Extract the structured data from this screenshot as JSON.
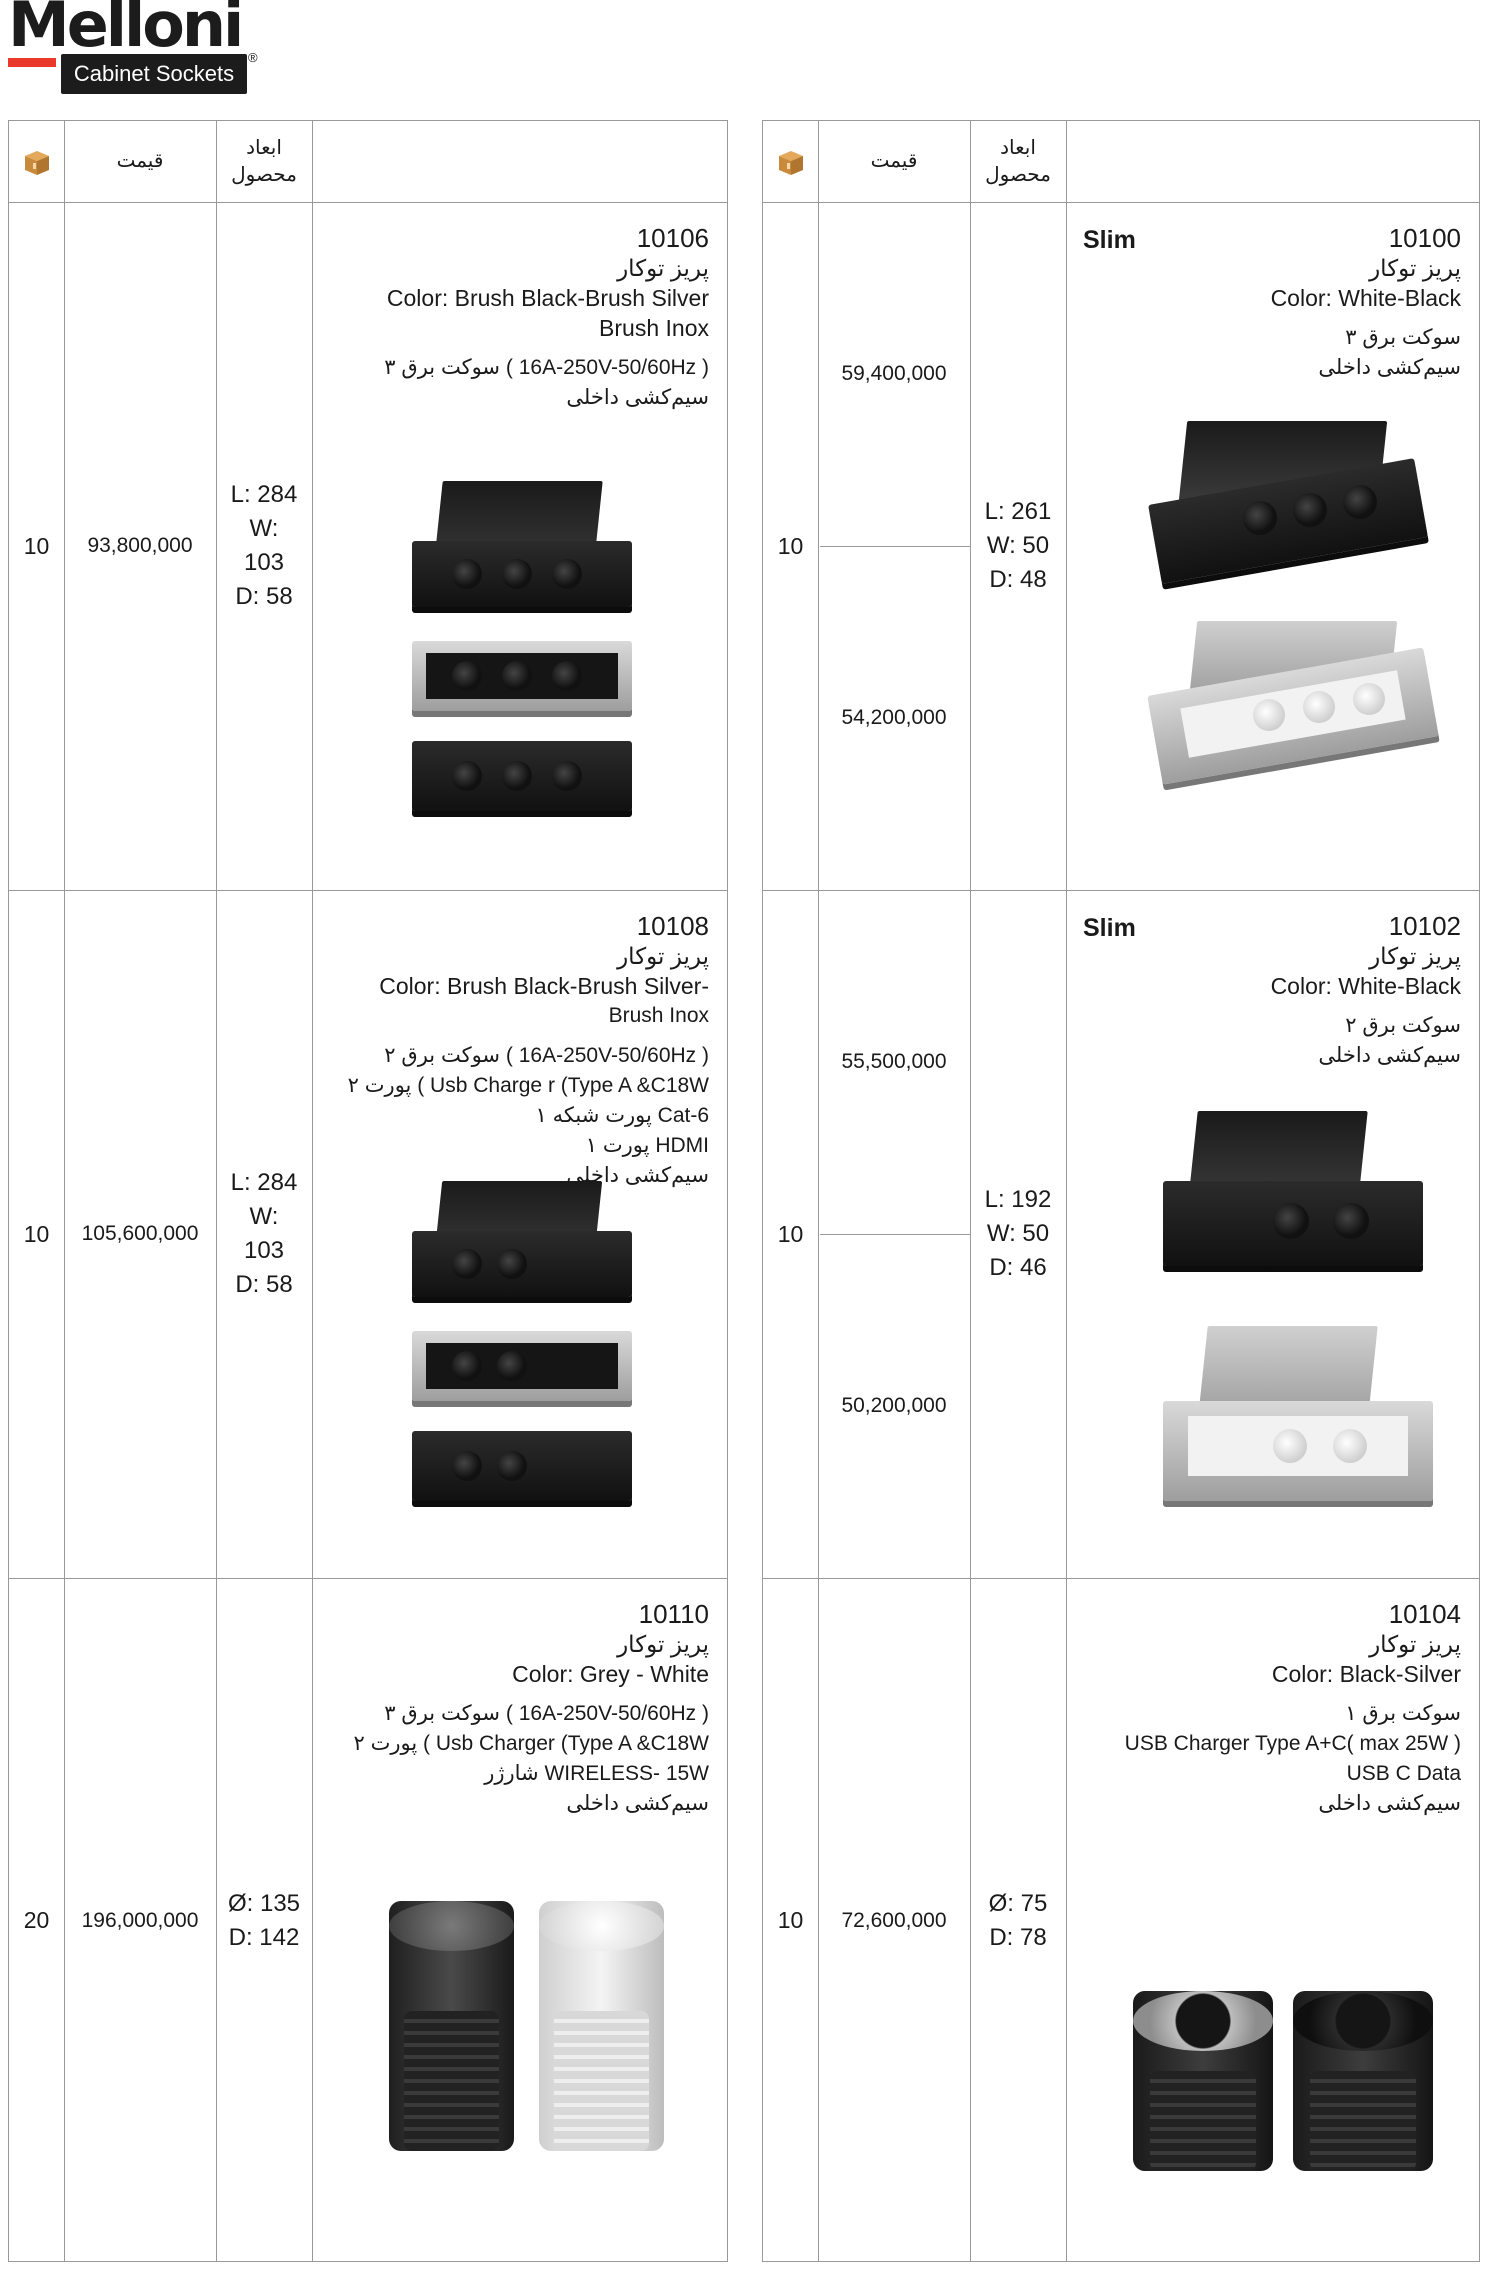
{
  "brand": {
    "name": "Melloni",
    "tagline": "Cabinet Sockets",
    "reg": "®"
  },
  "headers": {
    "dims": "ابعاد محصول",
    "price": "قیمت"
  },
  "icons": {
    "carton": "cardboard-box-icon"
  },
  "colors": {
    "accent": "#e8392a",
    "border": "#9a9a9a",
    "text": "#1a1a1a"
  },
  "left_products": [
    {
      "code": "10106",
      "type": "پریز توکار",
      "color_line": "Color:  Brush Black-Brush Silver",
      "color_line2": "Brush Inox",
      "features": [
        "۳ سوکت برق  ( 16A-250V-50/60Hz )",
        "سیم‌کشی داخلی"
      ],
      "dims": [
        "L: 284",
        "W:",
        "103",
        "D: 58"
      ],
      "price": "93,800,000",
      "qty": "10"
    },
    {
      "code": "10108",
      "type": "پریز توکار",
      "color_line": "Color:  Brush Black-Brush Silver-",
      "color_line2": "Brush Inox",
      "features": [
        "۲ سوکت برق ( 16A-250V-50/60Hz )",
        "۲ پورت  ( Usb Charge r (Type A &C18W",
        "۱ پورت شبکه Cat-6",
        "۱ پورت HDMI",
        "سیم‌کشی داخلی"
      ],
      "dims": [
        "L: 284",
        "W:",
        "103",
        "D: 58"
      ],
      "price": "105,600,000",
      "qty": "10"
    },
    {
      "code": "10110",
      "type": "پریز توکار",
      "color_line": "Color: Grey - White",
      "color_line2": "",
      "features": [
        "۳ سوکت برق ( 16A-250V-50/60Hz )",
        "۲ پورت  ( Usb Charger  (Type A &C18W",
        "شارژر WIRELESS- 15W",
        "سیم‌کشی داخلی"
      ],
      "dims": [
        "Ø:  135",
        "D: 142"
      ],
      "price": "196,000,000",
      "qty": "20"
    }
  ],
  "right_products": [
    {
      "code": "10100",
      "slim": "Slim",
      "type": "پریز توکار",
      "color_line": "Color:  White-Black",
      "features": [
        "۳ سوکت برق",
        "سیم‌کشی داخلی"
      ],
      "dims": [
        "L: 261",
        "W: 50",
        "D: 48"
      ],
      "price_top": "59,400,000",
      "price_bottom": "54,200,000",
      "qty": "10"
    },
    {
      "code": "10102",
      "slim": "Slim",
      "type": "پریز توکار",
      "color_line": "Color:  White-Black",
      "features": [
        "۲ سوکت برق",
        "سیم‌کشی داخلی"
      ],
      "dims": [
        "L: 192",
        "W: 50",
        "D: 46"
      ],
      "price_top": "55,500,000",
      "price_bottom": "50,200,000",
      "qty": "10"
    },
    {
      "code": "10104",
      "slim": "",
      "type": "پریز توکار",
      "color_line": "Color:  Black-Silver",
      "features": [
        "۱ سوکت برق",
        "USB Charger Type A+C( max 25W )",
        "USB C Data",
        "سیم‌کشی داخلی"
      ],
      "dims": [
        "Ø:  75",
        "D: 78"
      ],
      "price": "72,600,000",
      "qty": "10"
    }
  ]
}
